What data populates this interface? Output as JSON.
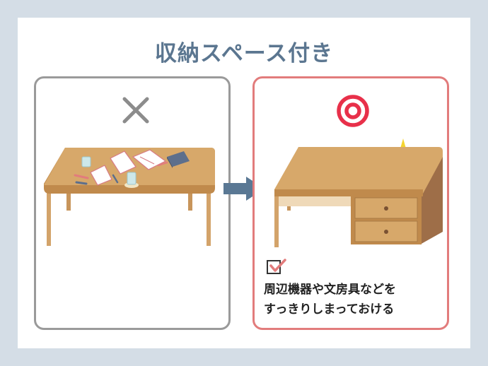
{
  "title": "収納スペース付き",
  "left_panel": {
    "mark_icon": "cross-mark-icon",
    "illustration": "messy-plain-desk"
  },
  "right_panel": {
    "mark_icon": "double-circle-icon",
    "illustration": "desk-with-drawers",
    "check_icon": "checkbox-checked-icon",
    "caption_line1": "周辺機器や文房具などを",
    "caption_line2": "すっきりしまっておける"
  },
  "colors": {
    "background": "#d4dde6",
    "title": "#5b7690",
    "left_border": "#9a9a9a",
    "right_border": "#e27c7c",
    "accent_red": "#e8304a",
    "arrow": "#5a7894",
    "desk_top": "#d7a86a",
    "desk_edge": "#c08a4c",
    "desk_leg": "#d3a36a"
  }
}
